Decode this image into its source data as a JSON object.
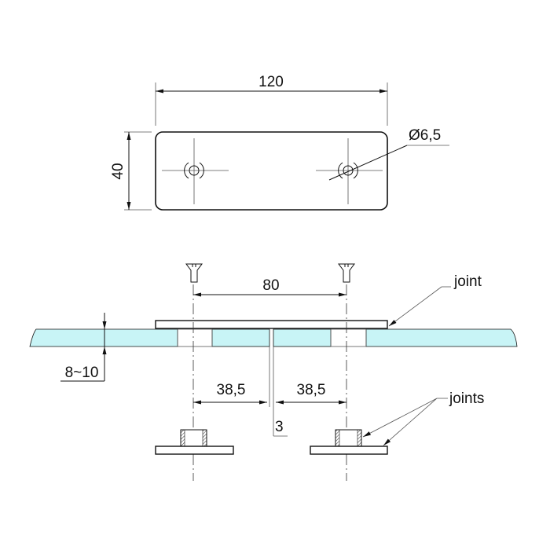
{
  "drawing": {
    "top_view": {
      "width_dim": "120",
      "height_dim": "40",
      "hole_dim": "Ø6,5"
    },
    "section_view": {
      "hole_spacing_dim": "80",
      "glass_thickness_dim": "8~10",
      "left_offset_dim": "38,5",
      "right_offset_dim": "38,5",
      "gap_dim": "3",
      "joint_label": "joint",
      "joints_label": "joints"
    },
    "colors": {
      "glass": "#c8f4f6",
      "line": "#111111"
    }
  }
}
